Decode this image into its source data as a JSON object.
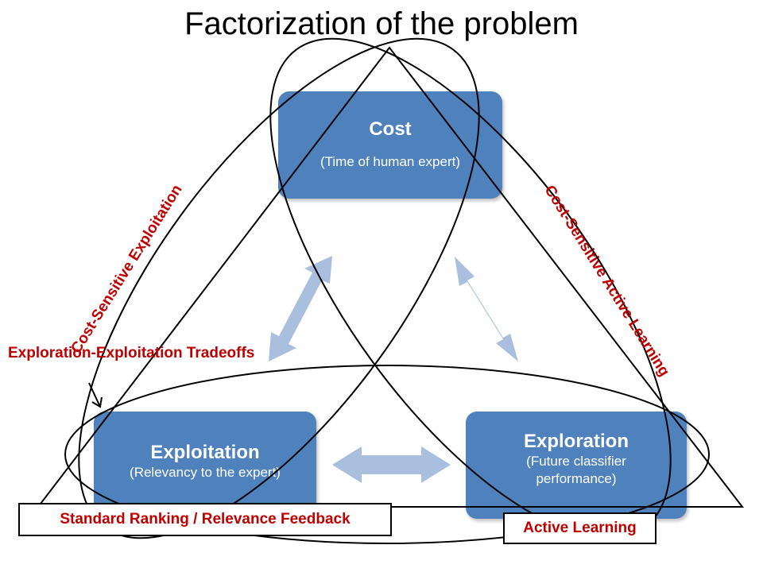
{
  "title": "Factorization of the problem",
  "nodes": {
    "cost": {
      "heading": "Cost",
      "sub": "(Time of human expert)"
    },
    "exploitation": {
      "heading": "Exploitation",
      "sub": "(Relevancy to the expert)"
    },
    "exploration": {
      "heading": "Exploration",
      "sub_line1": "(Future classifier",
      "sub_line2": "performance)"
    }
  },
  "regions": {
    "cost_sensitive_exploitation": "Cost-Sensitive Exploitation",
    "cost_sensitive_active_learning": "Cost-Sensitive Active Learning",
    "exploration_exploitation": "Exploration-Exploitation Tradeoffs",
    "standard_ranking": "Standard Ranking / Relevance Feedback",
    "active_learning": "Active Learning"
  },
  "colors": {
    "box": "#4f81bd",
    "arrow": "#a9bfdd",
    "label": "#c00000",
    "outline": "#000000"
  }
}
